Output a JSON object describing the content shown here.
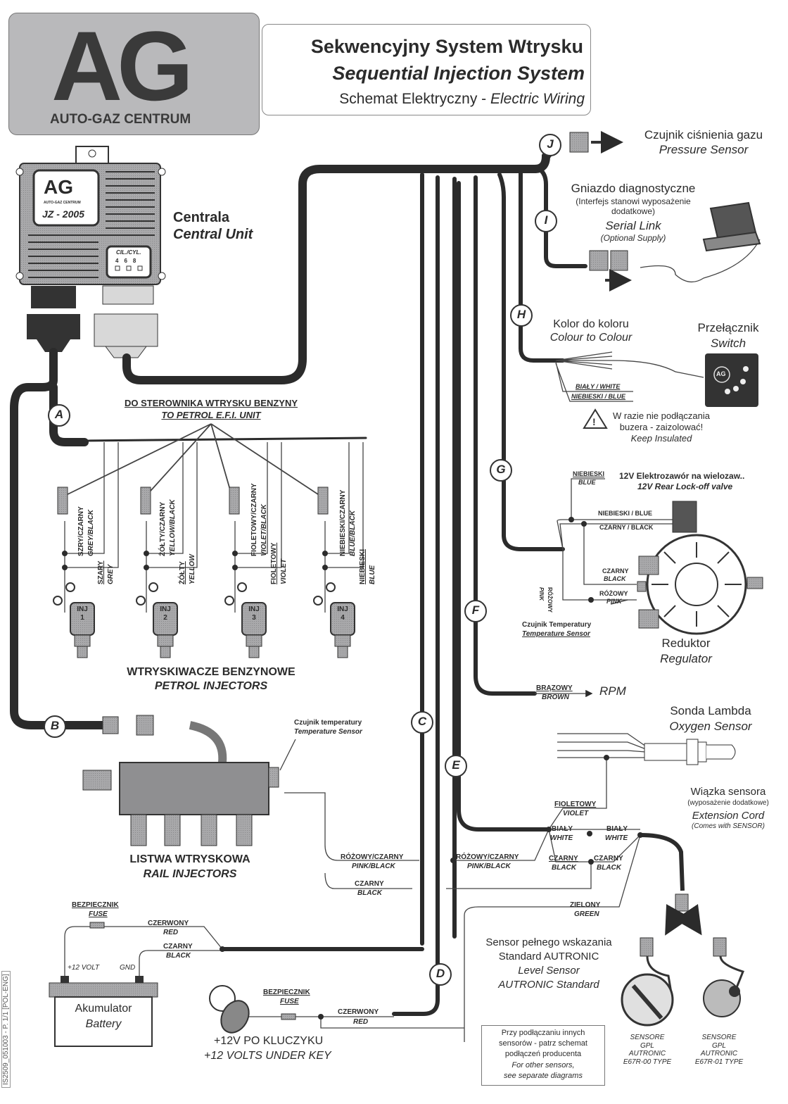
{
  "logo": {
    "letters": "AG",
    "company": "AUTO-GAZ CENTRUM"
  },
  "title": {
    "line1": "Sekwencyjny System Wtrysku",
    "line2": "Sequential Injection System",
    "line3_pl": "Schemat Elektryczny - ",
    "line3_en": "Electric Wiring"
  },
  "central_unit": {
    "logo": "AG",
    "logo_sub": "AUTO-GAZ CENTRUM",
    "model": "JZ - 2005",
    "cyl_label": "CIL./CYL.",
    "cyl_options": [
      "4",
      "6",
      "8"
    ],
    "label_pl": "Centrala",
    "label_en": "Central Unit"
  },
  "connectors": [
    "A",
    "B",
    "C",
    "D",
    "E",
    "F",
    "G",
    "H",
    "I",
    "J"
  ],
  "pressure_sensor": {
    "pl": "Czujnik ciśnienia gazu",
    "en": "Pressure Sensor"
  },
  "serial_link": {
    "pl": "Gniazdo diagnostyczne",
    "pl_note1": "(Interfejs stanowi wyposażenie",
    "pl_note2": "dodatkowe)",
    "en": "Serial Link",
    "en_note": "(Optional Supply)"
  },
  "switch": {
    "colour_pl": "Kolor do koloru",
    "colour_en": "Colour to Colour",
    "pl": "Przełącznik",
    "en": "Switch",
    "face_logo": "AG",
    "wire_white": "BIAŁY / WHITE",
    "wire_blue": "NIEBIESKI / BLUE",
    "warning_pl1": "W razie nie podłączania",
    "warning_pl2": "buzera - zaizolować!",
    "warning_en": "Keep Insulated"
  },
  "petrol_efi": {
    "pl": "DO STEROWNIKA WTRYSKU BENZYNY",
    "en": "TO PETROL E.F.I. UNIT"
  },
  "injectors": [
    {
      "label": "INJ",
      "num": "1",
      "wire1_pl": "SZRY/CZARNY",
      "wire1_en": "GREY/BLACK",
      "wire2_pl": "SZARY",
      "wire2_en": "GREY"
    },
    {
      "label": "INJ",
      "num": "2",
      "wire1_pl": "ŻÓŁTY/CZARNY",
      "wire1_en": "YELLOW/BLACK",
      "wire2_pl": "ŻÓŁTY",
      "wire2_en": "YELLOW"
    },
    {
      "label": "INJ",
      "num": "3",
      "wire1_pl": "FIOLETOWY/CZARNY",
      "wire1_en": "VIOLET/BLACK",
      "wire2_pl": "FIOLETOWY",
      "wire2_en": "VIOLET"
    },
    {
      "label": "INJ",
      "num": "4",
      "wire1_pl": "NIEBIESKI/CZARNY",
      "wire1_en": "BLUE/BLACK",
      "wire2_pl": "NIEBIESKI",
      "wire2_en": "BLUE"
    }
  ],
  "petrol_injectors": {
    "pl": "WTRYSKIWACZE BENZYNOWE",
    "en": "PETROL INJECTORS"
  },
  "lockoff": {
    "wire_pl": "NIEBIESKI",
    "wire_en": "BLUE",
    "pl": "12V Elektrozawór na wielozaw..",
    "en": "12V Rear Lock-off valve"
  },
  "regulator": {
    "wire_blue": "NIEBIESKI / BLUE",
    "wire_black": "CZARNY / BLACK",
    "wire_pink_pl": "RÓŻOWY",
    "wire_pink_en": "PINK",
    "temp_black_pl": "CZARNY",
    "temp_black_en": "BLACK",
    "temp_pink_pl": "RÓŻOWY",
    "temp_pink_en": "PINK",
    "temp_sensor_pl": "Czujnik Temperatury",
    "temp_sensor_en": "Temperature Sensor",
    "pl": "Reduktor",
    "en": "Regulator"
  },
  "rpm": {
    "wire_pl": "BRĄZOWY",
    "wire_en": "BROWN",
    "label": "RPM"
  },
  "oxygen": {
    "pl": "Sonda Lambda",
    "en": "Oxygen Sensor"
  },
  "extension": {
    "pl": "Wiązka sensora",
    "pl_note": "(wyposażenie dodatkowe)",
    "en": "Extension Cord",
    "en_note": "(Comes with SENSOR)"
  },
  "rail": {
    "temp_pl": "Czujnik temperatury",
    "temp_en": "Temperature Sensor",
    "pl": "LISTWA WTRYSKOWA",
    "en": "RAIL INJECTORS"
  },
  "harness_wires": {
    "pinkblack_pl": "RÓŻOWY/CZARNY",
    "pinkblack_en": "PINK/BLACK",
    "black_pl": "CZARNY",
    "black_en": "BLACK",
    "violet_pl": "FIOLETOWY",
    "violet_en": "VIOLET",
    "white_pl": "BIAŁY",
    "white_en": "WHITE",
    "green_pl": "ZIELONY",
    "green_en": "GREEN"
  },
  "battery": {
    "fuse_pl": "BEZPIECZNIK",
    "fuse_en": "FUSE",
    "red_pl": "CZERWONY",
    "red_en": "RED",
    "black_pl": "CZARNY",
    "black_en": "BLACK",
    "plus": "+12 VOLT",
    "gnd": "GND",
    "pl": "Akumulator",
    "en": "Battery"
  },
  "key": {
    "fuse_pl": "BEZPIECZNIK",
    "fuse_en": "FUSE",
    "red_pl": "CZERWONY",
    "red_en": "RED",
    "pl": "+12V PO KLUCZYKU",
    "en": "+12 VOLTS UNDER KEY"
  },
  "level_sensor": {
    "pl1": "Sensor pełnego wskazania",
    "pl2": "Standard AUTRONIC",
    "en1": "Level Sensor",
    "en2": "AUTRONIC Standard"
  },
  "note": {
    "pl1": "Przy podłączaniu innych",
    "pl2": "sensorów - patrz schemat",
    "pl3": "podłączeń producenta",
    "en1": "For other sensors,",
    "en2": "see separate diagrams"
  },
  "sensors": [
    {
      "l1": "SENSORE",
      "l2": "GPL",
      "l3": "AUTRONIC",
      "l4": "E67R-00 TYPE"
    },
    {
      "l1": "SENSORE",
      "l2": "GPL",
      "l3": "AUTRONIC",
      "l4": "E67R-01 TYPE"
    }
  ],
  "side_code": "IS2509_051003 - P. 1/1 [POL-ENG]",
  "colors": {
    "ink": "#2b2b2b",
    "grey_fill": "#b9b9bb",
    "paper": "#ffffff"
  }
}
